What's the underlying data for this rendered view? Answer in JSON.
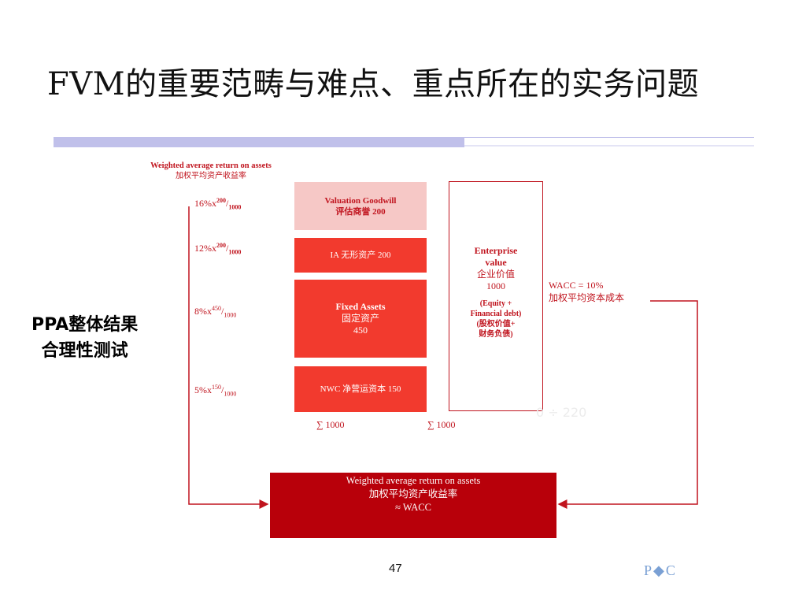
{
  "title": "FVM的重要范畴与难点、重点所在的实务问题",
  "top_label": {
    "en": "Weighted average return on assets",
    "cn": "加权平均资产收益率"
  },
  "rates": [
    {
      "pct": "16%x",
      "num": "200",
      "den": "1000"
    },
    {
      "pct": "12%x",
      "num": "200",
      "den": "1000"
    },
    {
      "pct": "8%x",
      "num": "450",
      "den": "1000"
    },
    {
      "pct": "5%x",
      "num": "150",
      "den": "1000"
    }
  ],
  "boxes": {
    "goodwill": {
      "en": "Valuation Goodwill",
      "cn": "评估商誉 200"
    },
    "ia": "IA 无形资产 200",
    "fixed": {
      "en": "Fixed Assets",
      "cn": "固定资产",
      "value": "450"
    },
    "nwc": "NWC 净营运资本 150"
  },
  "enterprise": {
    "line1": "Enterprise",
    "line2": "value",
    "cn": "企业价值",
    "value": "1000",
    "eq1": "(Equity +",
    "eq2": "Financial debt)",
    "eq3": "(股权价值+",
    "eq4": "财务负债)"
  },
  "wacc": {
    "line1": "WACC = 10%",
    "line2": "加权平均资本成本"
  },
  "ppa": {
    "line1": "PPA整体结果",
    "line2": "合理性测试"
  },
  "sums": {
    "left": "∑ 1000",
    "right": "∑ 1000"
  },
  "ghost_text": "0 ÷ 220",
  "result": {
    "line1": "Weighted average return on assets",
    "line2": "加权平均资产收益率",
    "line3": "≈  WACC"
  },
  "page_number": "47",
  "logo_text": "P◆C",
  "colors": {
    "accent_red": "#c0141e",
    "box_red": "#f23a2e",
    "result_red": "#b8000a",
    "title_bar": "#c0c0ea"
  }
}
